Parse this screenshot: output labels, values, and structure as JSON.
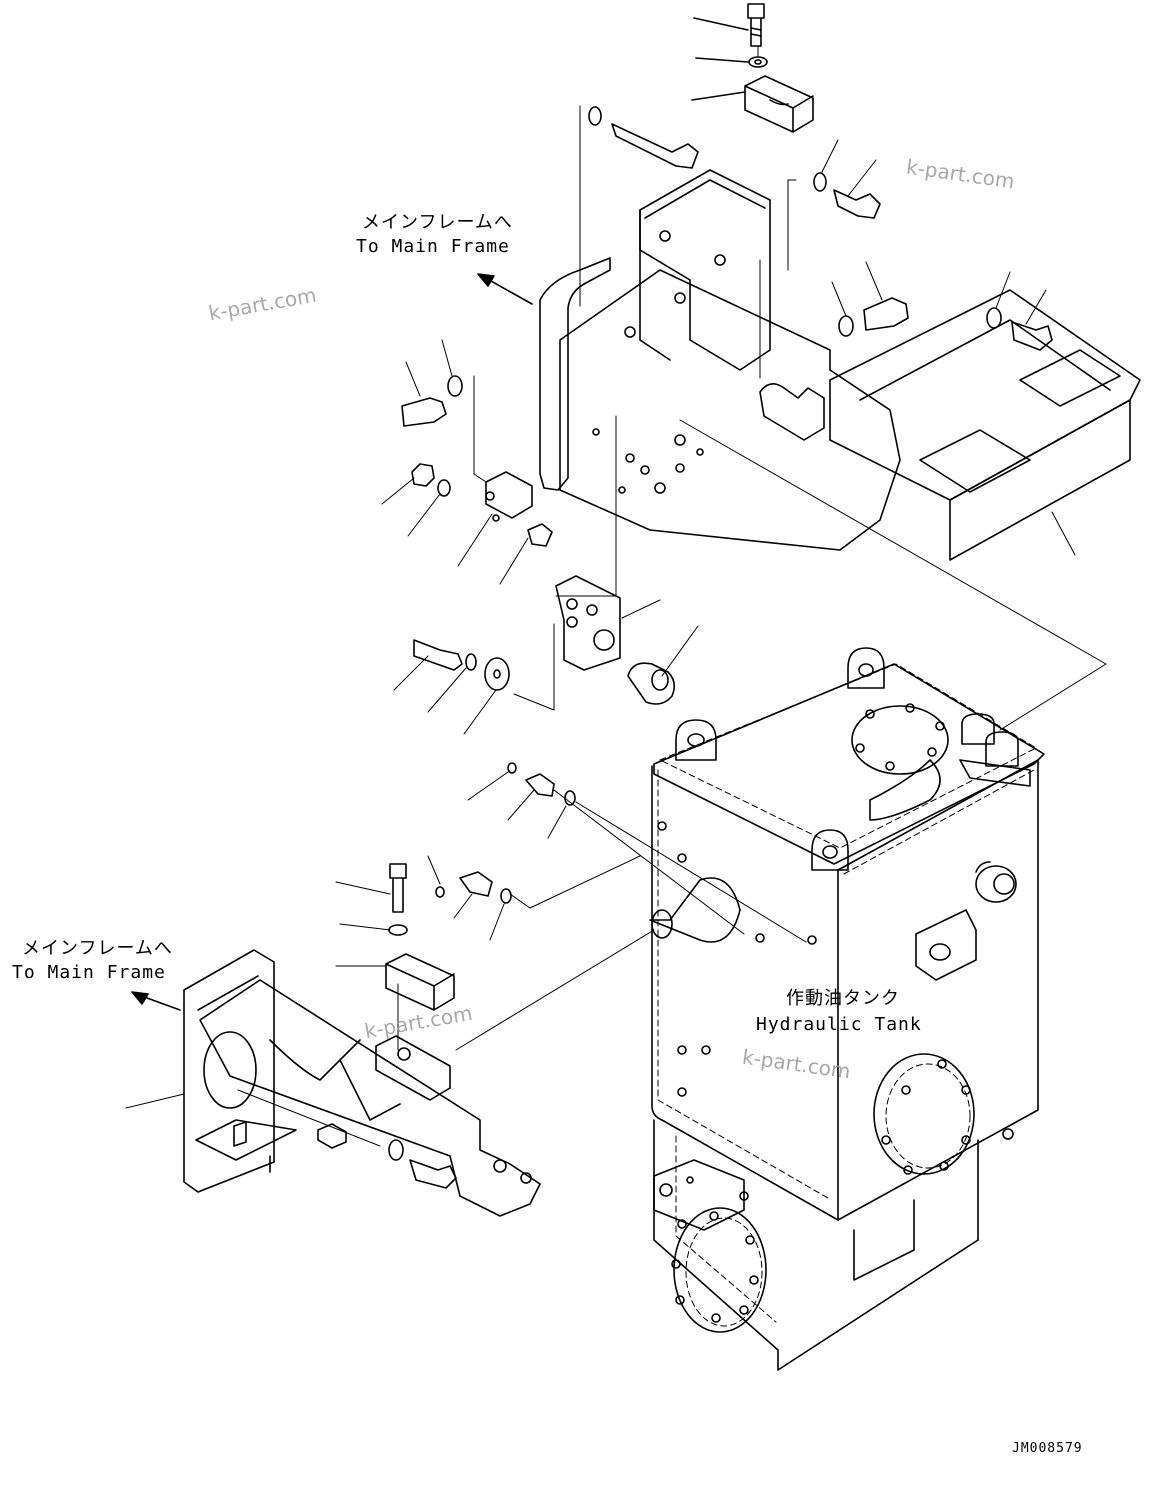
{
  "labels": {
    "main_frame_top_jp": "メインフレームへ",
    "main_frame_top_en": "To Main Frame",
    "main_frame_left_jp": "メインフレームへ",
    "main_frame_left_en": "To Main Frame",
    "tank_jp": "作動油タンク",
    "tank_en": "Hydraulic Tank",
    "figure_code": "JM008579"
  },
  "watermarks": [
    "k-part.com",
    "k-part.com",
    "k-part.com",
    "k-part.com"
  ],
  "colors": {
    "line": "#000000",
    "watermark": "#9a9a9a",
    "background": "#ffffff"
  }
}
